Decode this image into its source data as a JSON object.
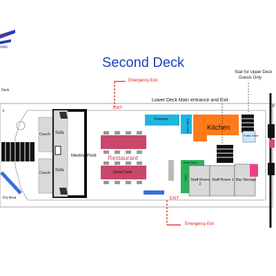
{
  "title": "Second Deck",
  "logo": {
    "text": "PARI"
  },
  "annotations": {
    "emergency_exit_top": "Emergency Exit",
    "emergency_exit_bottom": "Emergency Exit",
    "exit_top": "EXIT",
    "exit_bottom": "EXIT",
    "lower_deck_entrance": "Lower Deck Main entrance and Exit",
    "upper_stair_line1": "Stair for Upper Deck",
    "upper_stair_line2": "Guests Only",
    "left_label_1": "Deck",
    "left_label_2": "k",
    "left_label_3": "Dry Area"
  },
  "rooms": {
    "sofa_top": "Sofa",
    "sofa_mid": "Sofa",
    "couch_top": "Couch",
    "couch_bottom": "Couch",
    "meeting_point": "Meeting Point",
    "restaurant": "Restaurant",
    "dining_table": "Dining Table",
    "freezers": "Freezers",
    "buffet_table": "Buffet Table",
    "kitchen": "Kitchen",
    "public_toilet": "Public Toilet",
    "book_rack": "Book Rack",
    "cabin": "Cabin",
    "staff_room_2": "Staff Room 2",
    "staff_room_1": "Staff Room 1",
    "bar_storage": "Bar Storage",
    "right_edge": "V"
  },
  "colors": {
    "title": "#1f3fbf",
    "emergency": "#e01010",
    "restaurant": "#c8476a",
    "freezers": "#1fb5e0",
    "kitchen": "#ff7a1a",
    "cabin": "#2bb35a",
    "storage": "#d9d9d9",
    "toilet_pink": "#ee3d8a"
  }
}
